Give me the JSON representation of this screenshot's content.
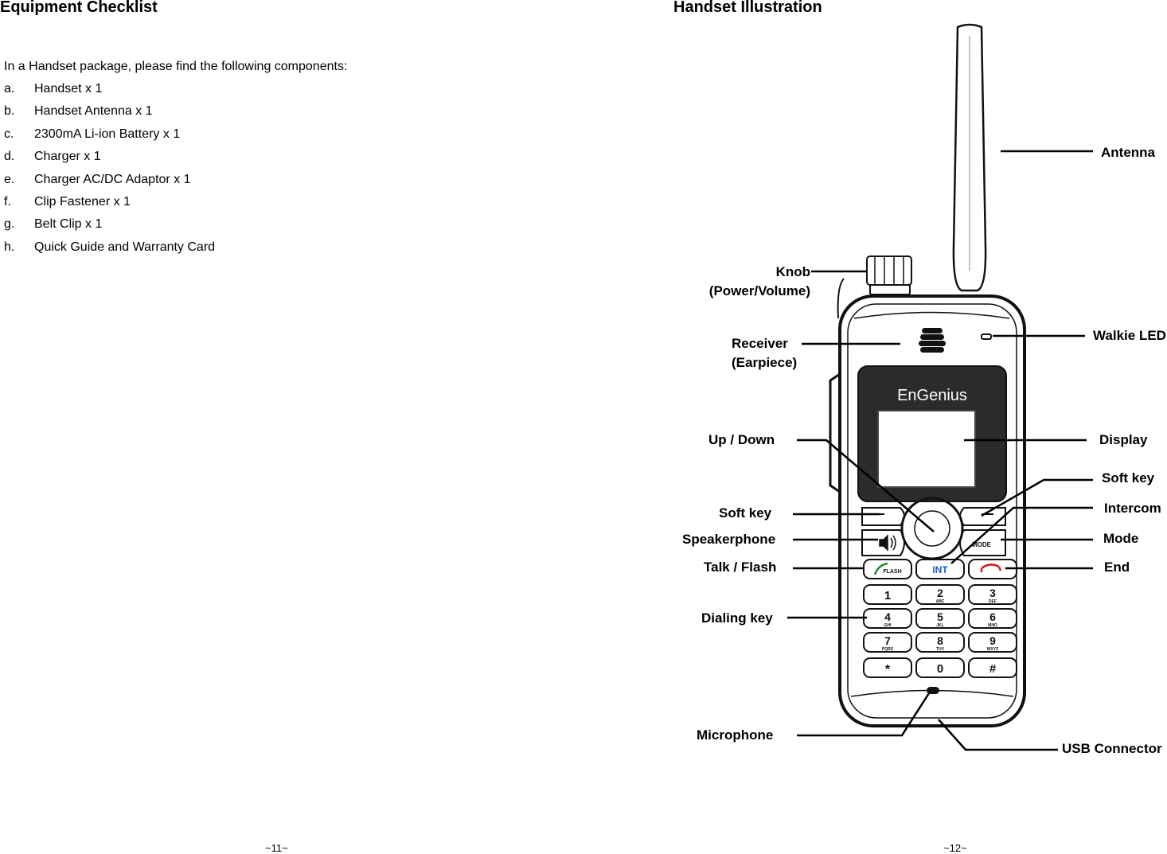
{
  "left_page": {
    "heading": "Equipment Checklist",
    "intro": "In a Handset package, please find the following components:",
    "items": [
      {
        "letter": "a.",
        "text": "Handset x 1"
      },
      {
        "letter": "b.",
        "text": "Handset Antenna x 1"
      },
      {
        "letter": "c.",
        "text": "2300mA Li-ion Battery x 1"
      },
      {
        "letter": "d.",
        "text": "Charger x 1"
      },
      {
        "letter": "e.",
        "text": "Charger AC/DC Adaptor x 1"
      },
      {
        "letter": "f.",
        "text": "Clip Fastener x 1"
      },
      {
        "letter": "g.",
        "text": "Belt Clip x 1"
      },
      {
        "letter": "h.",
        "text": "Quick Guide and Warranty Card"
      }
    ],
    "page_number": "~11~"
  },
  "right_page": {
    "heading": "Handset Illustration",
    "page_number": "~12~",
    "brand": "EnGenius",
    "callouts": {
      "antenna": "Antenna",
      "knob_line1": "Knob",
      "knob_line2": "(Power/Volume)",
      "receiver_line1": "Receiver",
      "receiver_line2": "(Earpiece)",
      "walkie_led": "Walkie LED",
      "up_down": "Up / Down",
      "display": "Display",
      "soft_key_right": "Soft key",
      "intercom": "Intercom",
      "soft_key_left": "Soft key",
      "speakerphone": "Speakerphone",
      "mode": "Mode",
      "talk_flash": "Talk / Flash",
      "end": "End",
      "dialing_key": "Dialing key",
      "microphone": "Microphone",
      "usb_connector": "USB Connector"
    },
    "keys": {
      "mode_label": "MODE",
      "int_label": "INT",
      "flash_label": "FLASH",
      "digits": [
        "1",
        "2",
        "3",
        "4",
        "5",
        "6",
        "7",
        "8",
        "9",
        "*",
        "0",
        "#"
      ],
      "letters": [
        "",
        "ABC",
        "DEF",
        "GHI",
        "JKL",
        "MNO",
        "PQRS",
        "TUV",
        "WXYZ",
        "",
        "",
        ""
      ]
    }
  }
}
